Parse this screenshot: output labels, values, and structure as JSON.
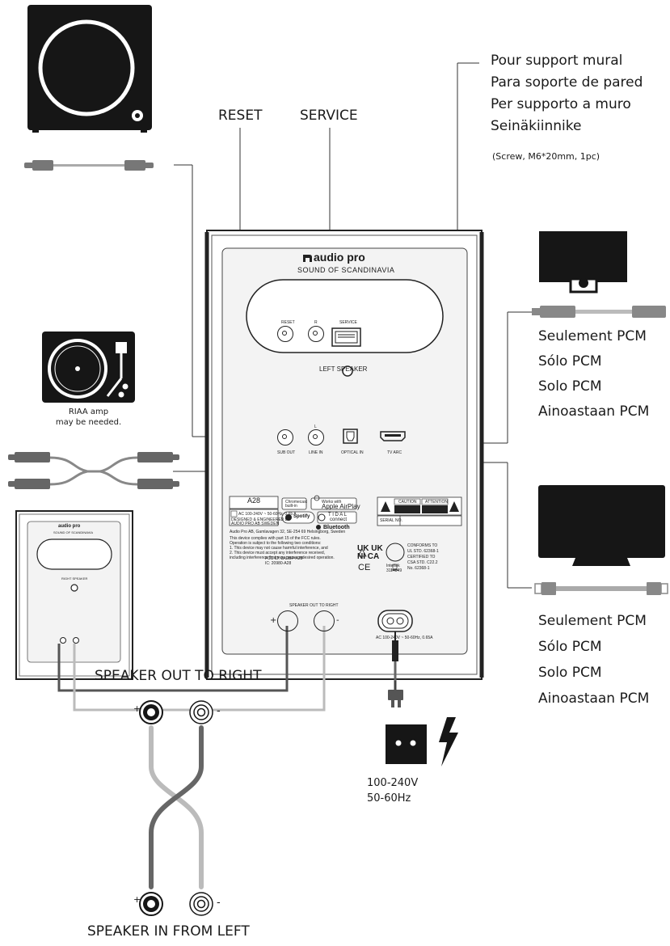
{
  "labels": {
    "reset": "RESET",
    "service": "SERVICE",
    "wall_mount": [
      "Pour support mural",
      "Para soporte de pared",
      "Per supporto a muro",
      "Seinäkiinnike"
    ],
    "wall_mount_screw": "(Screw, M6*20mm, 1pc)",
    "optical_note": [
      "Seulement PCM",
      "Sólo  PCM",
      "Solo PCM",
      "Ainoastaan PCM"
    ],
    "hdmi_note": [
      "Seulement PCM",
      "Sólo  PCM",
      "Solo PCM",
      "Ainoastaan PCM"
    ],
    "riaa_note": [
      "RIAA amp",
      "may be needed."
    ],
    "speaker_out_to_right": "SPEAKER OUT TO RIGHT",
    "speaker_in_from_left": "SPEAKER IN FROM LEFT",
    "power_voltage": "100-240V",
    "power_freq": "50-60Hz",
    "plus": "+",
    "minus": "-"
  },
  "panel": {
    "brand": "audio pro",
    "tagline": "SOUND OF SCANDINAVIA",
    "left_speaker": "LEFT SPEAKER",
    "reset": "RESET",
    "r": "R",
    "l": "L",
    "service": "SERVICE",
    "sub_out": "SUB OUT",
    "line_in": "LINE IN",
    "optical_in": "OPTICAL IN",
    "tv_arc": "TV ARC",
    "model": "A28",
    "rating": "AC 100-240V ~ 50-60Hz, 0.65 A",
    "designed": "DESIGNED & ENGINEERED BY",
    "designed2": "AUDIO PRO AB SWEDEN",
    "address": "Audio Pro AB, Gamlavagen 32, SE-254 69 Helsingborg, Sweden",
    "fcc_lines": [
      "This device complies with part 15 of the FCC rules.",
      "Operation is subject to the following two conditions:",
      "1. This device may not cause harmful interference, and",
      "2. This device must accept any interference received,",
      "including interference that may cause undesired operation."
    ],
    "chromecast": "Chromecast built-in",
    "airplay": "Apple AirPlay",
    "airplay_small": "Works with",
    "spotify": "Spotify",
    "tidal": "T I D A L",
    "tidal2": "connect",
    "bluetooth": "Bluetooth",
    "caution": "CAUTION",
    "attention": "ATTENTION",
    "serial": "SERIAL NO.",
    "conforms": [
      "CONFORMS TO",
      "UL STD. 62368-1",
      "CERTIFIED TO",
      "CSA STD. C22.2",
      "No. 62368-1"
    ],
    "intertek": "Intertek",
    "intertek_no": "3114849",
    "ukca": "UK UK",
    "ukca2": "NI CA",
    "ce": "CE",
    "fcc_id": "FCC ID: 2ADBP-A28",
    "ic": "IC: 20980-A28",
    "speaker_out_right": "SPEAKER OUT TO RIGHT",
    "ac_rating": "AC 100-240V ~ 50-60Hz, 0.65A"
  },
  "small_speaker": {
    "brand": "audio pro",
    "tagline": "SOUND OF SCANDINAVIA",
    "label": "RIGHT SPEAKER"
  },
  "colors": {
    "dark_cable": "#555555",
    "light_cable": "#bbbbbb",
    "ink": "#1a1a1a",
    "panel_gray": "#f2f2f2"
  }
}
